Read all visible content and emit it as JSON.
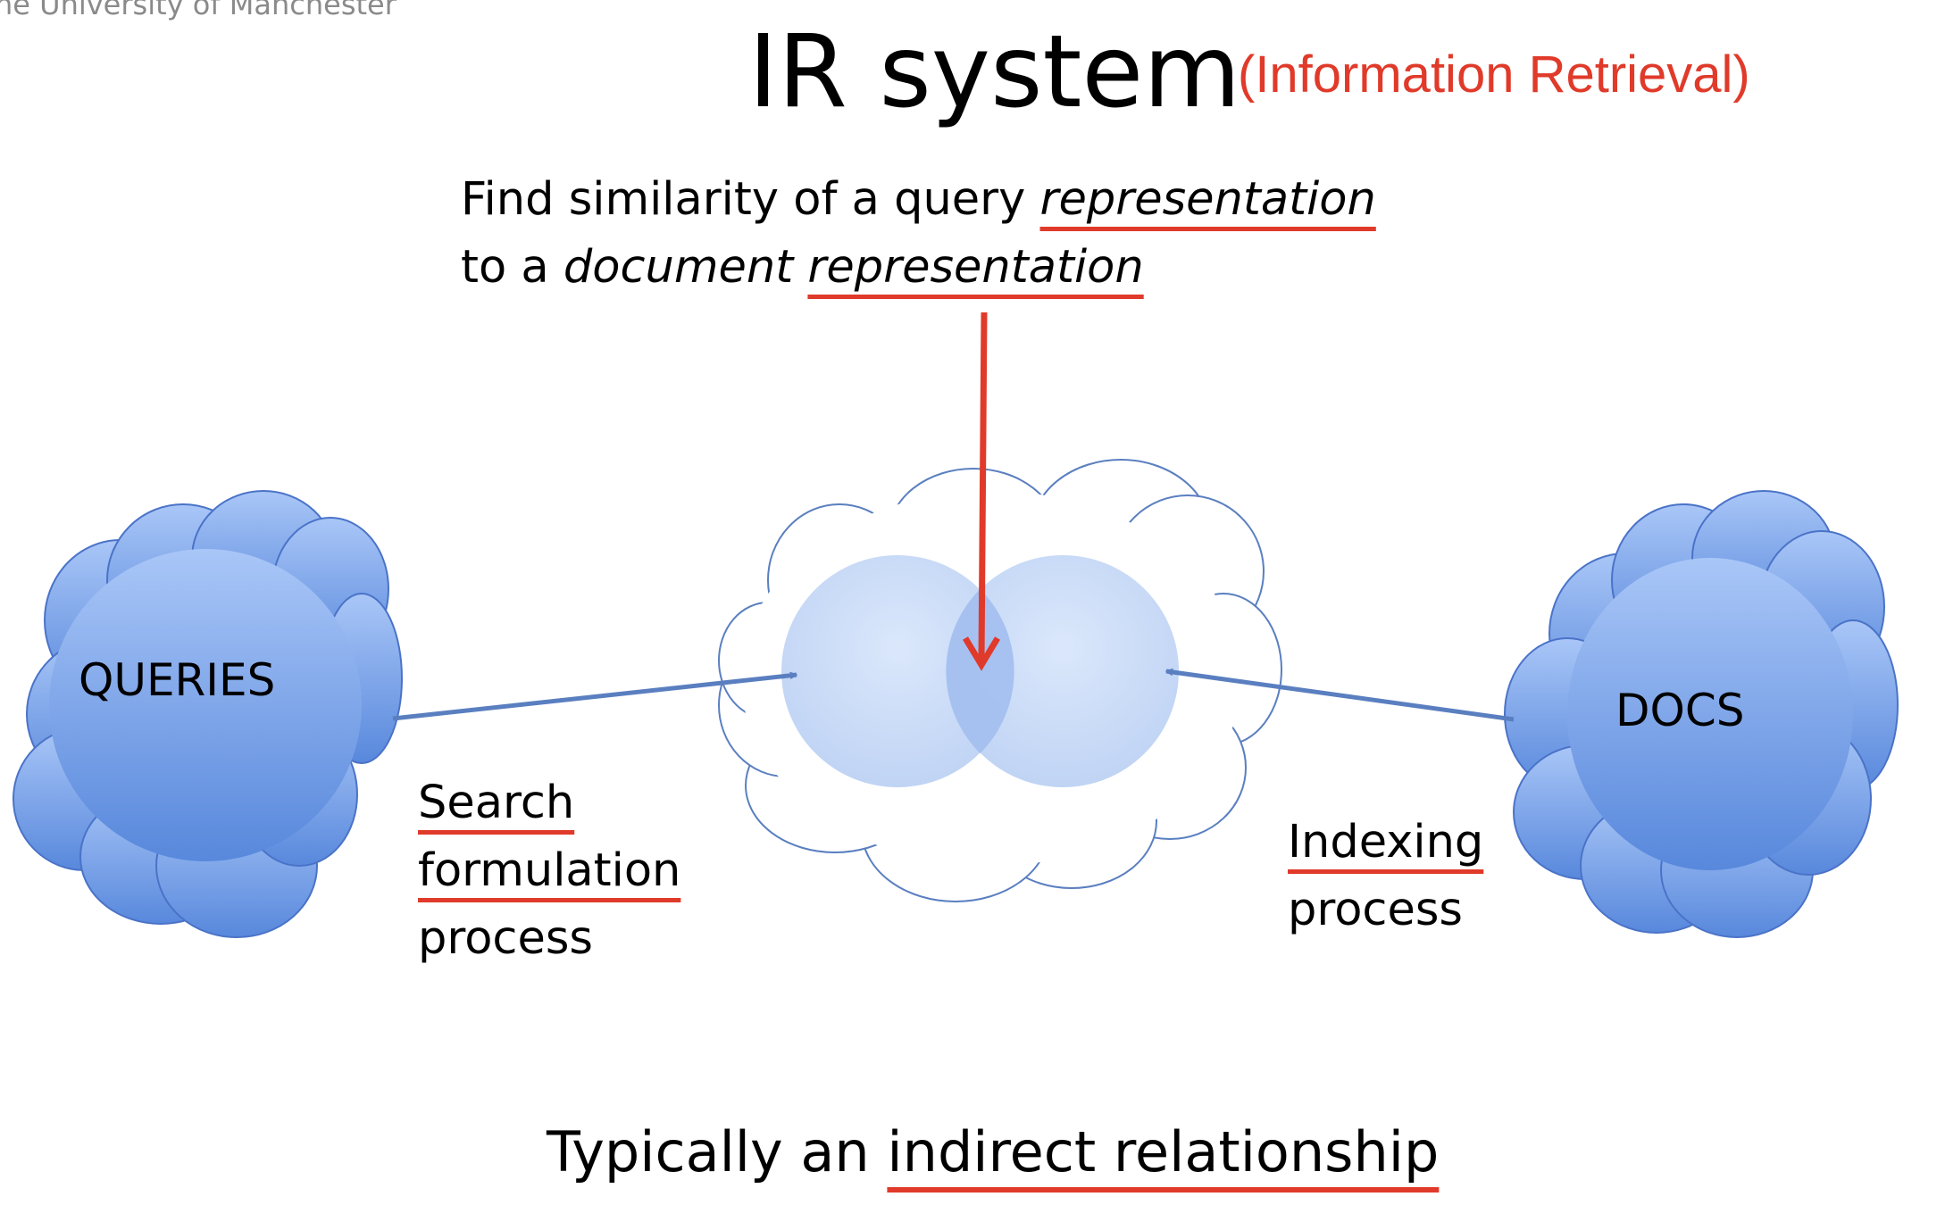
{
  "header": {
    "university": "he University of Manchester",
    "title": "IR system",
    "subtitle": "(Information Retrieval)"
  },
  "similarity": {
    "line1_prefix": "Find similarity of a query ",
    "line1_emph": "representation",
    "line2_prefix": "to a ",
    "line2_emph1": "document",
    "line2_space": " ",
    "line2_emph2": "representation"
  },
  "nodes": {
    "queries": "QUERIES",
    "docs": "DOCS"
  },
  "processes": {
    "search": [
      "Search",
      "formulation",
      "process"
    ],
    "indexing": [
      "Indexing",
      "process"
    ]
  },
  "footer": {
    "prefix": "Typically an ",
    "emph": "indirect relationship"
  },
  "colors": {
    "accent_red": "#e03a2a",
    "cloud_blue": "#7fa3e6",
    "arrow_blue": "#5a7fc0"
  }
}
